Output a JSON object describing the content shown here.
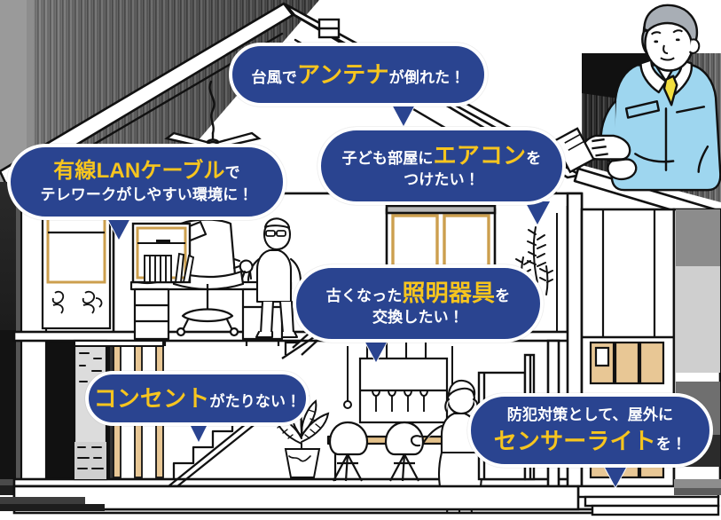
{
  "illustration": {
    "title": "住宅断面イラスト",
    "description": "電気工事の要望を示す吹き出し付きの住宅断面図",
    "colors": {
      "bubble_blue": "#2a4490",
      "highlight_yellow": "#f7c51e",
      "bubble_border": "#ffffff",
      "line_art": "#1a1a1a",
      "wood_tan": "#e4c18a",
      "roof_dark": "#3a3a3a",
      "roof_mid": "#8d8d8d",
      "uniform_blue": "#9ed6ef",
      "tie_yellow": "#f2de3f",
      "wall_gray": "#d8d8d8",
      "skin": "#ffffff"
    }
  },
  "bubbles": [
    {
      "id": "antenna",
      "name": "bubble-antenna",
      "lines": [
        [
          {
            "text": "台風で",
            "style": "plain"
          },
          {
            "text": "アンテナ",
            "style": "highlight"
          },
          {
            "text": "が倒れた！",
            "style": "plain"
          }
        ]
      ],
      "plain_text": "台風でアンテナが倒れた！"
    },
    {
      "id": "aircon",
      "name": "bubble-aircon",
      "lines": [
        [
          {
            "text": "子ども部屋に",
            "style": "plain"
          },
          {
            "text": "エアコン",
            "style": "highlight"
          },
          {
            "text": "を",
            "style": "plain"
          }
        ],
        [
          {
            "text": "つけたい！",
            "style": "plain"
          }
        ]
      ],
      "plain_text": "子ども部屋にエアコンをつけたい！"
    },
    {
      "id": "lan",
      "name": "bubble-lan-cable",
      "lines": [
        [
          {
            "text": "有線LANケーブル",
            "style": "highlight"
          },
          {
            "text": "で",
            "style": "plain"
          }
        ],
        [
          {
            "text": "テレワークがしやすい環境に！",
            "style": "plain"
          }
        ]
      ],
      "plain_text": "有線LANケーブルでテレワークがしやすい環境に！"
    },
    {
      "id": "light",
      "name": "bubble-lighting-fixture",
      "lines": [
        [
          {
            "text": "古くなった",
            "style": "plain"
          },
          {
            "text": "照明器具",
            "style": "highlight"
          },
          {
            "text": "を",
            "style": "plain"
          }
        ],
        [
          {
            "text": "交換したい！",
            "style": "plain"
          }
        ]
      ],
      "plain_text": "古くなった照明器具を交換したい！"
    },
    {
      "id": "outlet",
      "name": "bubble-outlet",
      "lines": [
        [
          {
            "text": "コンセント",
            "style": "highlight"
          },
          {
            "text": "がたりない！",
            "style": "plain"
          }
        ]
      ],
      "plain_text": "コンセントがたりない！"
    },
    {
      "id": "sensor",
      "name": "bubble-sensor-light",
      "lines": [
        [
          {
            "text": "防犯対策として、屋外に",
            "style": "plain"
          }
        ],
        [
          {
            "text": "センサーライト",
            "style": "highlight"
          },
          {
            "text": "を！",
            "style": "plain"
          }
        ]
      ],
      "plain_text": "防犯対策として、屋外にセンサーライトを！"
    }
  ],
  "scene_objects": [
    {
      "name": "roof",
      "label": "屋根"
    },
    {
      "name": "ceiling-fan",
      "label": "シーリングファン"
    },
    {
      "name": "attic",
      "label": "小屋裏"
    },
    {
      "name": "home-office-desk",
      "label": "ワークデスク"
    },
    {
      "name": "office-chair",
      "label": "オフィスチェア"
    },
    {
      "name": "desk-lamp",
      "label": "デスクライト"
    },
    {
      "name": "bookshelf",
      "label": "本棚"
    },
    {
      "name": "second-floor-window",
      "label": "2階窓"
    },
    {
      "name": "cactus-plant",
      "label": "サボテン"
    },
    {
      "name": "standing-man",
      "label": "立っている男性"
    },
    {
      "name": "pendant-lights",
      "label": "ペンダントライト"
    },
    {
      "name": "dining-table",
      "label": "ダイニングテーブル"
    },
    {
      "name": "dining-chairs",
      "label": "ダイニングチェア"
    },
    {
      "name": "standing-woman",
      "label": "立っている女性"
    },
    {
      "name": "staircase",
      "label": "階段"
    },
    {
      "name": "potted-palm",
      "label": "観葉植物"
    },
    {
      "name": "storage-wall",
      "label": "収納壁"
    },
    {
      "name": "garage",
      "label": "ガレージ"
    },
    {
      "name": "garage-door",
      "label": "ガレージ扉"
    },
    {
      "name": "entrance-steps",
      "label": "玄関ステップ"
    },
    {
      "name": "foundation",
      "label": "基礎"
    },
    {
      "name": "technician",
      "label": "作業員"
    },
    {
      "name": "clipboard",
      "label": "クリップボード"
    }
  ]
}
